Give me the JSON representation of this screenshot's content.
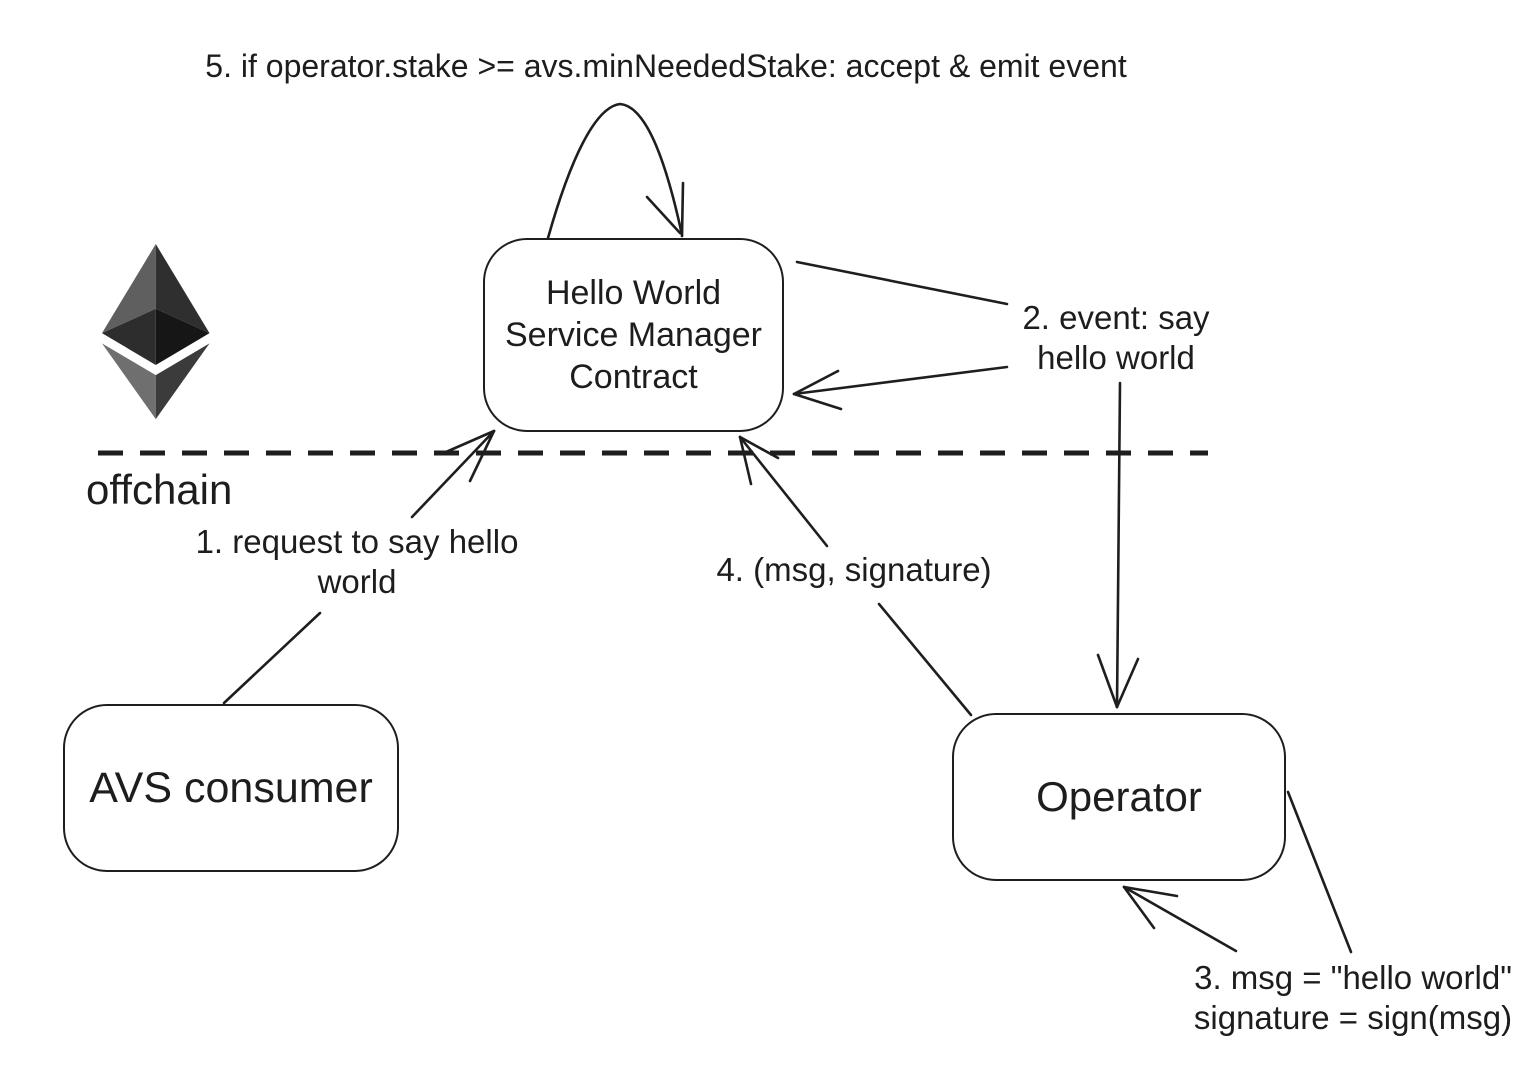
{
  "annotations": {
    "step5": "5. if operator.stake >= avs.minNeededStake: accept & emit event",
    "offchain": "offchain",
    "step1": {
      "line1": "1. request to say hello",
      "line2": "world"
    },
    "step2": {
      "line1": "2. event: say",
      "line2": "hello world"
    },
    "step3": {
      "line1": "3. msg = \"hello world\"",
      "line2": "signature = sign(msg)"
    },
    "step4": "4. (msg, signature)"
  },
  "nodes": {
    "service_manager": {
      "line1": "Hello World",
      "line2": "Service Manager",
      "line3": "Contract"
    },
    "avs_consumer": "AVS consumer",
    "operator": "Operator"
  },
  "icons": {
    "ethereum_logo": {
      "name": "ethereum-logo",
      "facet_colors": {
        "top_left": "#5f5f5f",
        "top_right": "#2f2f2f",
        "mid_left": "#2d2d2d",
        "mid_right": "#161616",
        "bottom_left": "#6f6f6f",
        "bottom_right": "#3b3b3b"
      }
    }
  },
  "colors": {
    "background": "#ffffff",
    "stroke": "#1e1e1e",
    "text": "#1d1d1d"
  }
}
